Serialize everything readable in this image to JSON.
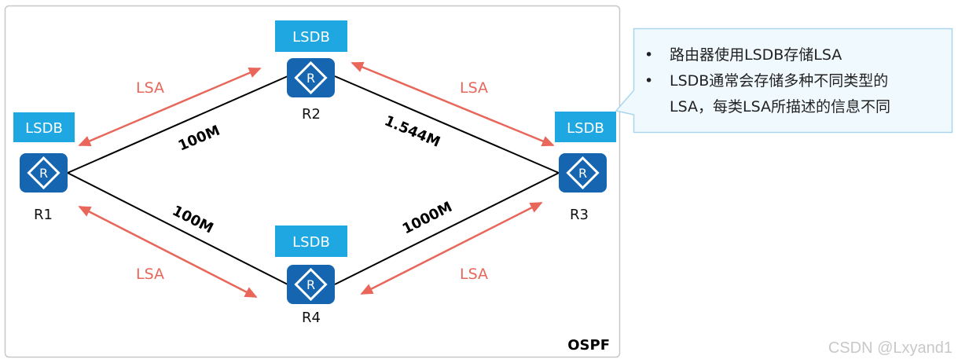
{
  "diagram": {
    "title_tag": "OSPF",
    "colors": {
      "lsdb_box": "#1fa7e1",
      "router_icon": "#1565b0",
      "lsa_arrow": "#e8675a",
      "link_line": "#000000",
      "frame_border": "#c8c8c8",
      "callout_fill": "#f0f9fd",
      "callout_border": "#a9d6ec"
    },
    "routers": [
      {
        "id": "R1",
        "label": "R1",
        "lsdb_label": "LSDB"
      },
      {
        "id": "R2",
        "label": "R2",
        "lsdb_label": "LSDB"
      },
      {
        "id": "R3",
        "label": "R3",
        "lsdb_label": "LSDB"
      },
      {
        "id": "R4",
        "label": "R4",
        "lsdb_label": "LSDB"
      }
    ],
    "router_glyph": "R",
    "links": [
      {
        "from": "R1",
        "to": "R2",
        "bandwidth": "100M"
      },
      {
        "from": "R2",
        "to": "R3",
        "bandwidth": "1.544M"
      },
      {
        "from": "R1",
        "to": "R4",
        "bandwidth": "100M"
      },
      {
        "from": "R4",
        "to": "R3",
        "bandwidth": "1000M"
      }
    ],
    "lsa_exchanges": [
      {
        "between": [
          "R1",
          "R2"
        ],
        "label": "LSA"
      },
      {
        "between": [
          "R2",
          "R3"
        ],
        "label": "LSA"
      },
      {
        "between": [
          "R1",
          "R4"
        ],
        "label": "LSA"
      },
      {
        "between": [
          "R4",
          "R3"
        ],
        "label": "LSA"
      }
    ]
  },
  "callout": {
    "bullets": [
      {
        "lines": [
          "路由器使用LSDB存储LSA"
        ]
      },
      {
        "lines": [
          "LSDB通常会存储多种不同类型的",
          "LSA，每类LSA所描述的信息不同"
        ]
      }
    ],
    "bullet_glyph": "•"
  },
  "watermark": "CSDN @Lxyand1"
}
